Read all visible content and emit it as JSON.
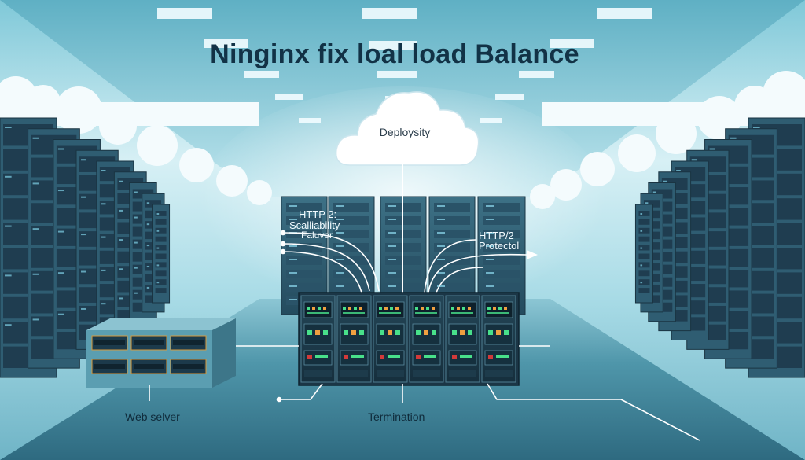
{
  "title": "Ninginx fix loal load Balance",
  "cloud_label": "Deploysity",
  "left_labels": {
    "line1": "HTTP 2:",
    "line2": "Scalliability",
    "line3": "Faluver"
  },
  "right_labels": {
    "line1": "HTTP/2",
    "line2": "Protectol"
  },
  "bottom_labels": {
    "web_server": "Web selver",
    "termination": "Termination"
  },
  "colors": {
    "sky": "#e6f6fa",
    "rack": "#2f5d72",
    "rack_panel": "#1f3d50",
    "floor": "#3f7e93",
    "led_green": "#48e08a",
    "led_orange": "#f0a040",
    "connector": "#ffffff"
  }
}
